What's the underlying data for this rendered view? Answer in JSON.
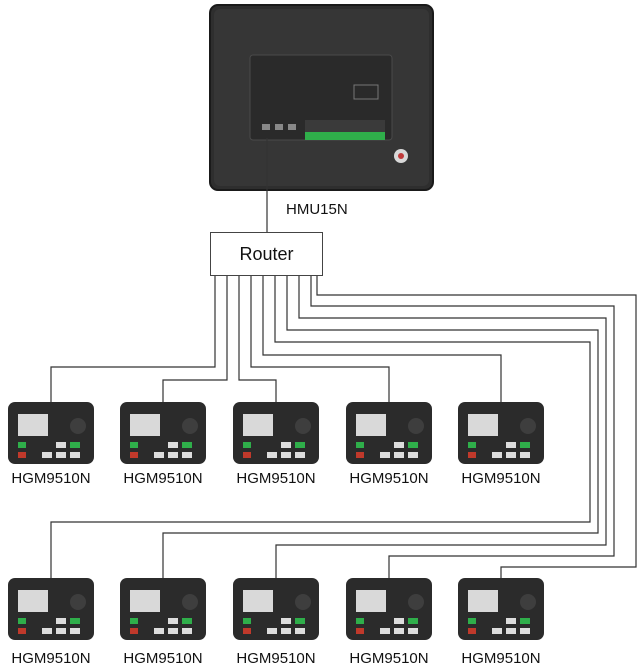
{
  "hmu": {
    "label": "HMU15N"
  },
  "router": {
    "label": "Router"
  },
  "controllers": {
    "row1": [
      "HGM9510N",
      "HGM9510N",
      "HGM9510N",
      "HGM9510N",
      "HGM9510N"
    ],
    "row2": [
      "HGM9510N",
      "HGM9510N",
      "HGM9510N",
      "HGM9510N",
      "HGM9510N"
    ]
  },
  "colors": {
    "device_body": "#2b2b2b",
    "terminal": "#2fae4a",
    "line": "#333333"
  }
}
